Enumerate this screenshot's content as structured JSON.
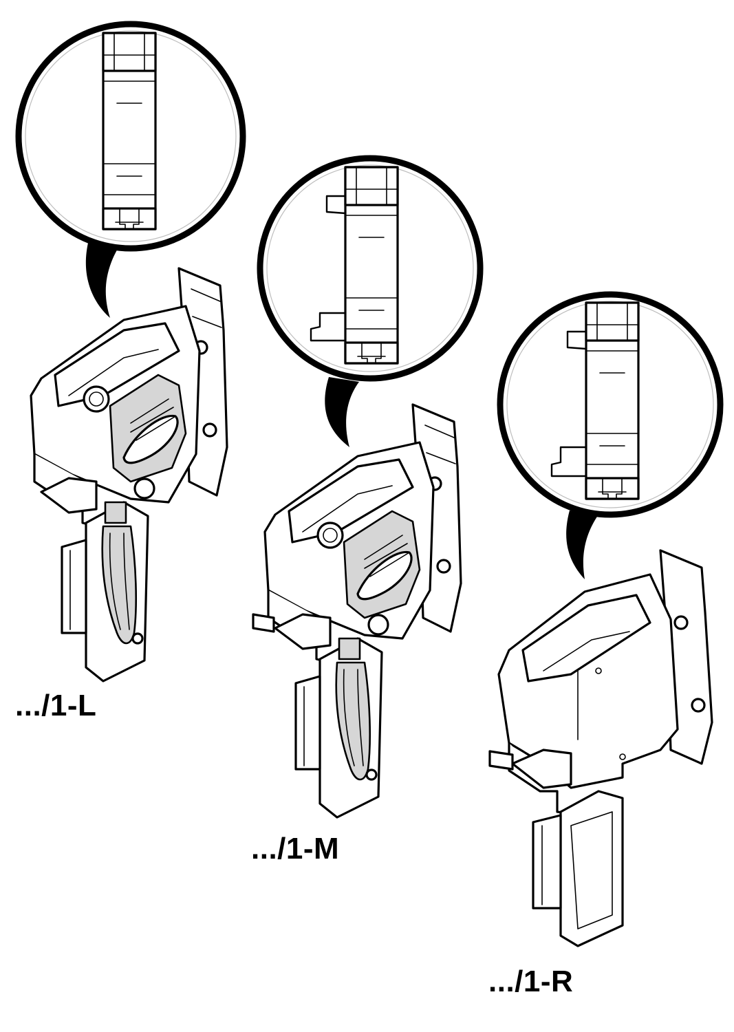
{
  "variants": [
    {
      "id": "L",
      "label": ".../1-L"
    },
    {
      "id": "M",
      "label": ".../1-M"
    },
    {
      "id": "R",
      "label": ".../1-R"
    }
  ],
  "colors": {
    "outline": "#000000",
    "background": "#ffffff",
    "section_shading": "#d6d6d6"
  }
}
